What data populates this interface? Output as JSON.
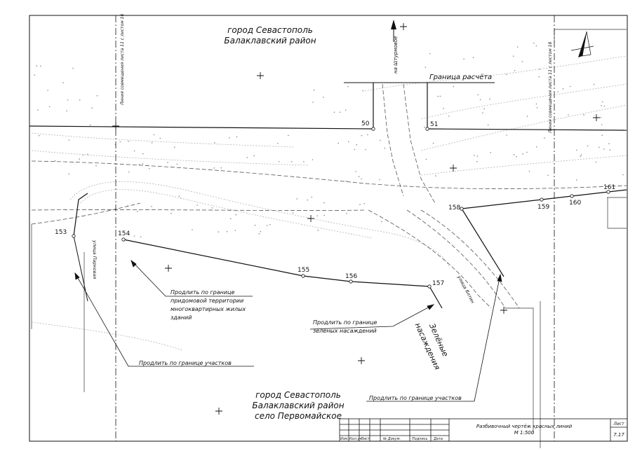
{
  "labels": {
    "city_top_line1": "город Севастополь",
    "city_top_line2": "Балаклавский район",
    "city_bottom_line1": "город Севастополь",
    "city_bottom_line2": "Балаклавский район",
    "city_bottom_line3": "село Первомайское",
    "calc_boundary": "Граница расчёта",
    "road_to_shturmovoe": "на Штурмовое",
    "street_yaltinskaya": "улица Ялтин",
    "street_parkovaya": "улица Парковая",
    "green_line1": "Зелёные",
    "green_line2": "насаждения",
    "match_line_left": "Линия совмещения листа 11 с листом 16",
    "match_line_right": "Линия совмещения листа 11 с листом 18"
  },
  "notes": {
    "yard_line1": "Продлить по границе",
    "yard_line2": "придомовой территории",
    "yard_line3": "многоквартирных жилых",
    "yard_line4": "зданий",
    "green_line1": "Продлить по границе",
    "green_line2": "зелёных насаждений",
    "plots_left": "Продлить по границе участков",
    "plots_right": "Продлить по границе участков"
  },
  "points": {
    "p50": "50",
    "p51": "51",
    "p153": "153",
    "p154": "154",
    "p155": "155",
    "p156": "156",
    "p157": "157",
    "p158": "158",
    "p159": "159",
    "p160": "160",
    "p161": "161"
  },
  "title_block": {
    "title_line1": "Разбивочный чертёж красных линий",
    "title_line2": "М 1:500",
    "sheet_label": "Лист",
    "sheet_number": "7.17",
    "col_izm": "Изм.",
    "col_kol": "Кол.уч.",
    "col_list": "Лист",
    "col_doc": "№ Докум.",
    "col_sign": "Подпись",
    "col_date": "Дата"
  },
  "colors": {
    "ink": "#111111",
    "dots": "#8a8a8a",
    "contour": "#b3b3b3"
  }
}
